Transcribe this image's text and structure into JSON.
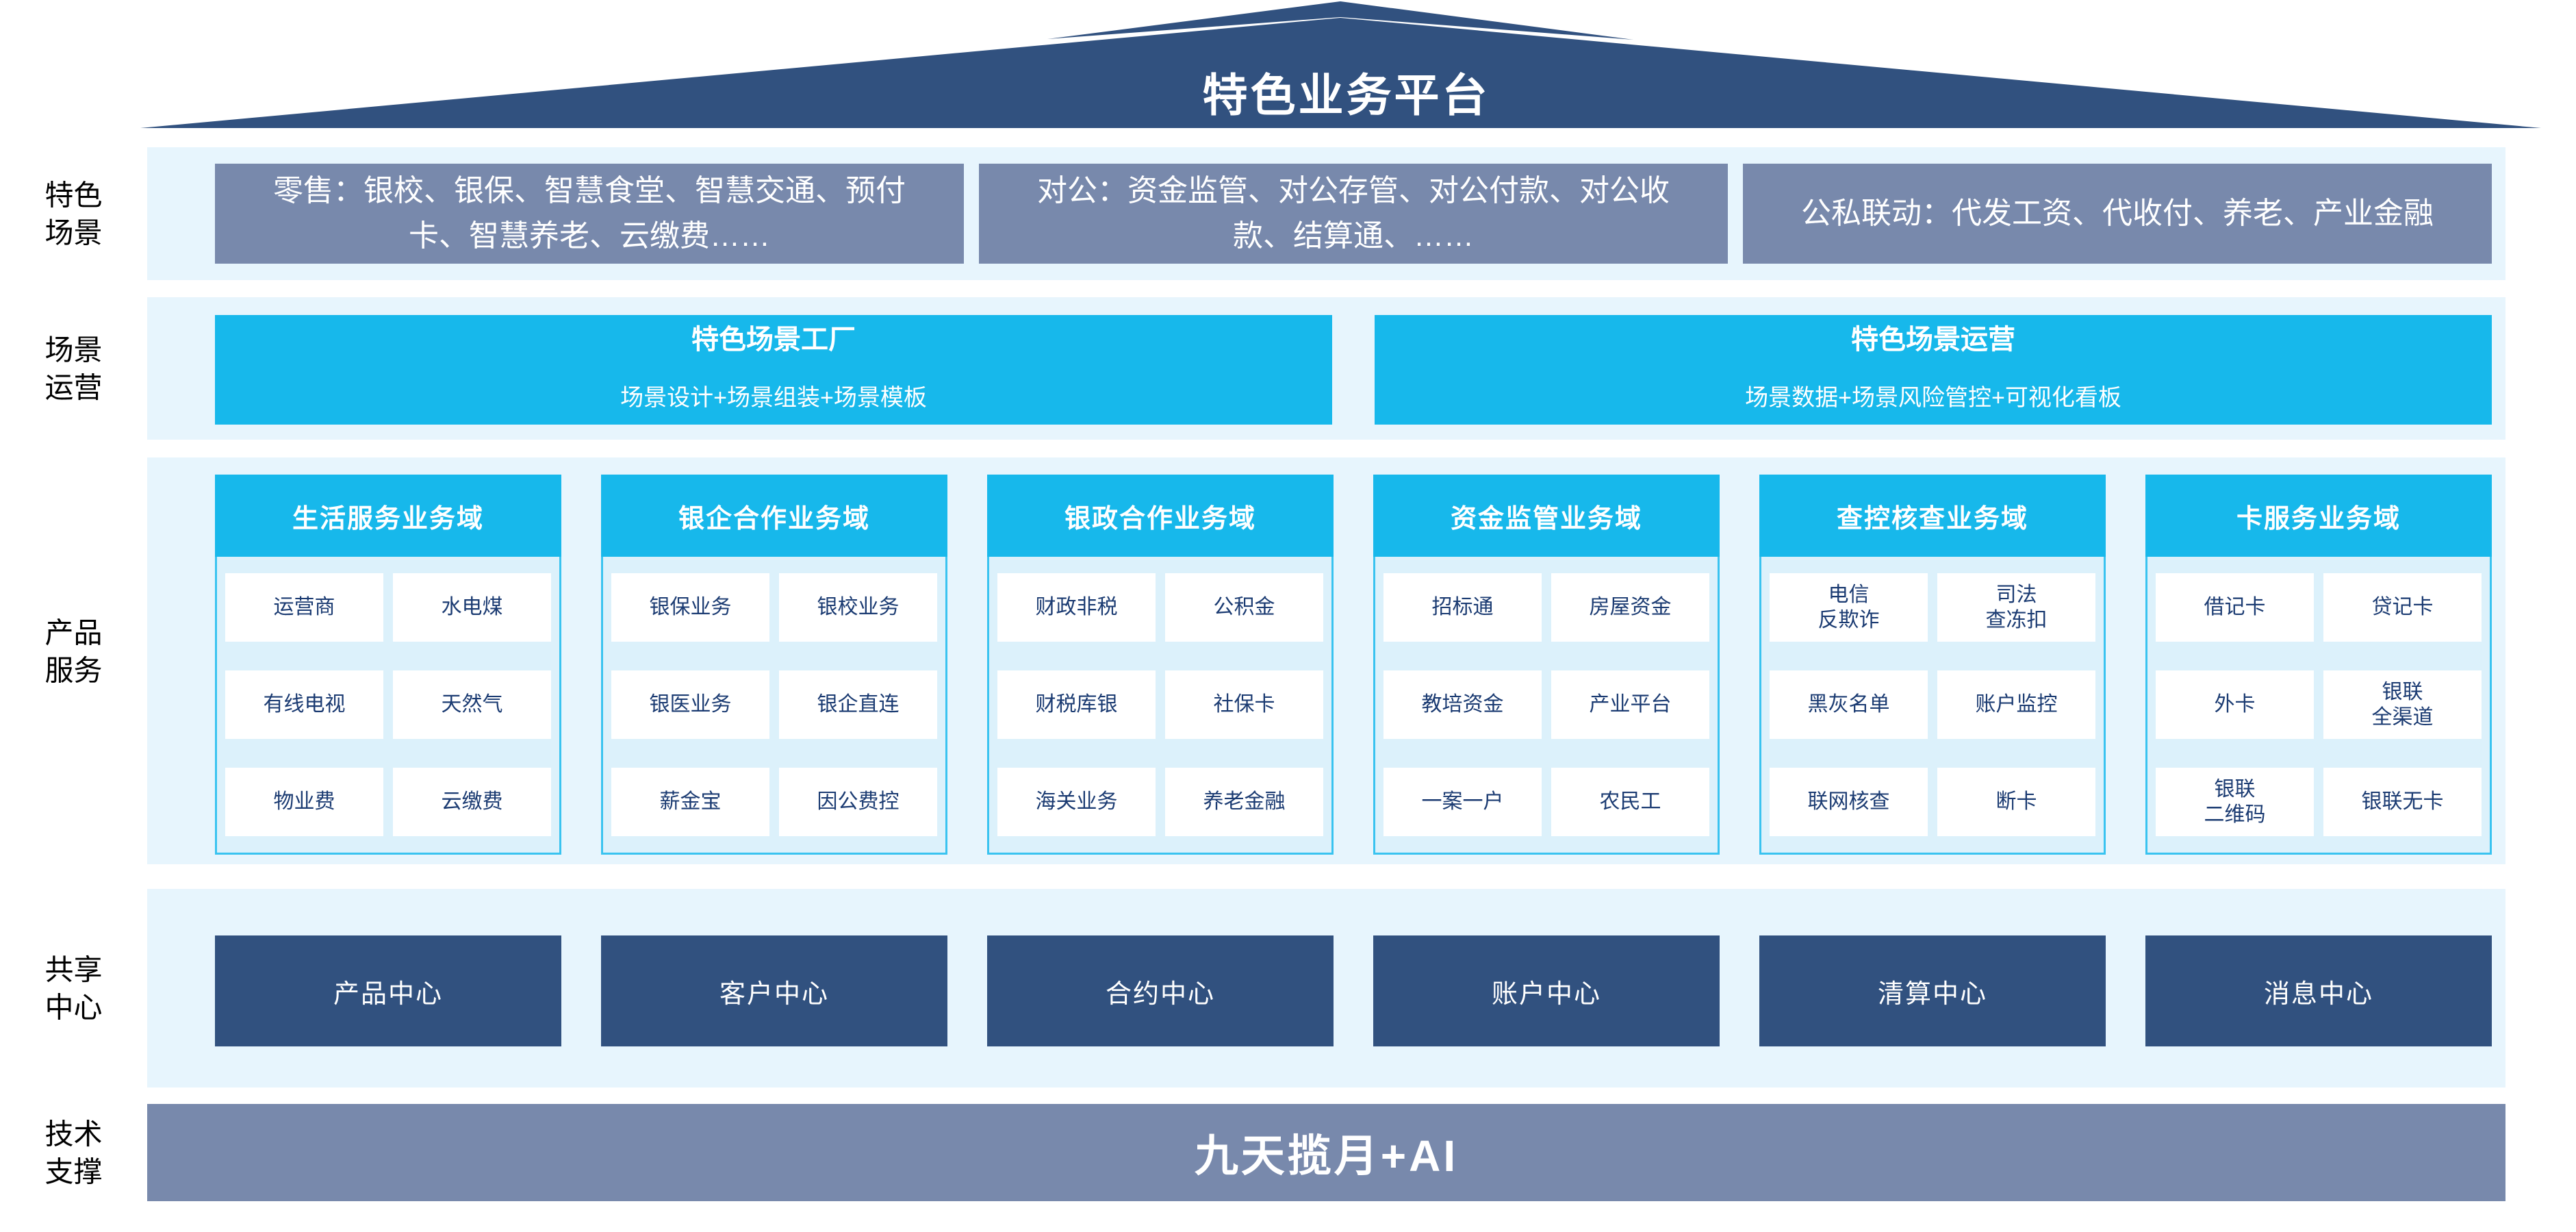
{
  "title": "特色业务平台",
  "colors": {
    "navy": "#31517F",
    "slate_blue": "#7889AC",
    "cyan": "#17B8EB",
    "light_band": "#E7F5FD",
    "column_body": "#DCF1FB",
    "column_border": "#39C3F0",
    "cell_text": "#1B3B72"
  },
  "scenes": {
    "label": "特色\n场景",
    "boxes": [
      "零售：银校、银保、智慧食堂、智慧交通、预付卡、智慧养老、云缴费……",
      "对公：资金监管、对公存管、对公付款、对公收款、结算通、……",
      "公私联动：代发工资、代收付、养老、产业金融"
    ]
  },
  "operations": {
    "label": "场景\n运营",
    "boxes": [
      {
        "title": "特色场景工厂",
        "subtitle": "场景设计+场景组装+场景模板"
      },
      {
        "title": "特色场景运营",
        "subtitle": "场景数据+场景风险管控+可视化看板"
      }
    ]
  },
  "products": {
    "label": "产品\n服务",
    "columns": [
      {
        "header": "生活服务业务域",
        "cells": [
          "运营商",
          "水电煤",
          "有线电视",
          "天然气",
          "物业费",
          "云缴费"
        ]
      },
      {
        "header": "银企合作业务域",
        "cells": [
          "银保业务",
          "银校业务",
          "银医业务",
          "银企直连",
          "薪金宝",
          "因公费控"
        ]
      },
      {
        "header": "银政合作业务域",
        "cells": [
          "财政非税",
          "公积金",
          "财税库银",
          "社保卡",
          "海关业务",
          "养老金融"
        ]
      },
      {
        "header": "资金监管业务域",
        "cells": [
          "招标通",
          "房屋资金",
          "教培资金",
          "产业平台",
          "一案一户",
          "农民工"
        ]
      },
      {
        "header": "查控核查业务域",
        "cells": [
          "电信\n反欺诈",
          "司法\n查冻扣",
          "黑灰名单",
          "账户监控",
          "联网核查",
          "断卡"
        ]
      },
      {
        "header": "卡服务业务域",
        "cells": [
          "借记卡",
          "贷记卡",
          "外卡",
          "银联\n全渠道",
          "银联\n二维码",
          "银联无卡"
        ]
      }
    ]
  },
  "centers": {
    "label": "共享\n中心",
    "boxes": [
      "产品中心",
      "客户中心",
      "合约中心",
      "账户中心",
      "清算中心",
      "消息中心"
    ]
  },
  "tech": {
    "label": "技术\n支撑",
    "banner": "九天揽月+AI"
  }
}
